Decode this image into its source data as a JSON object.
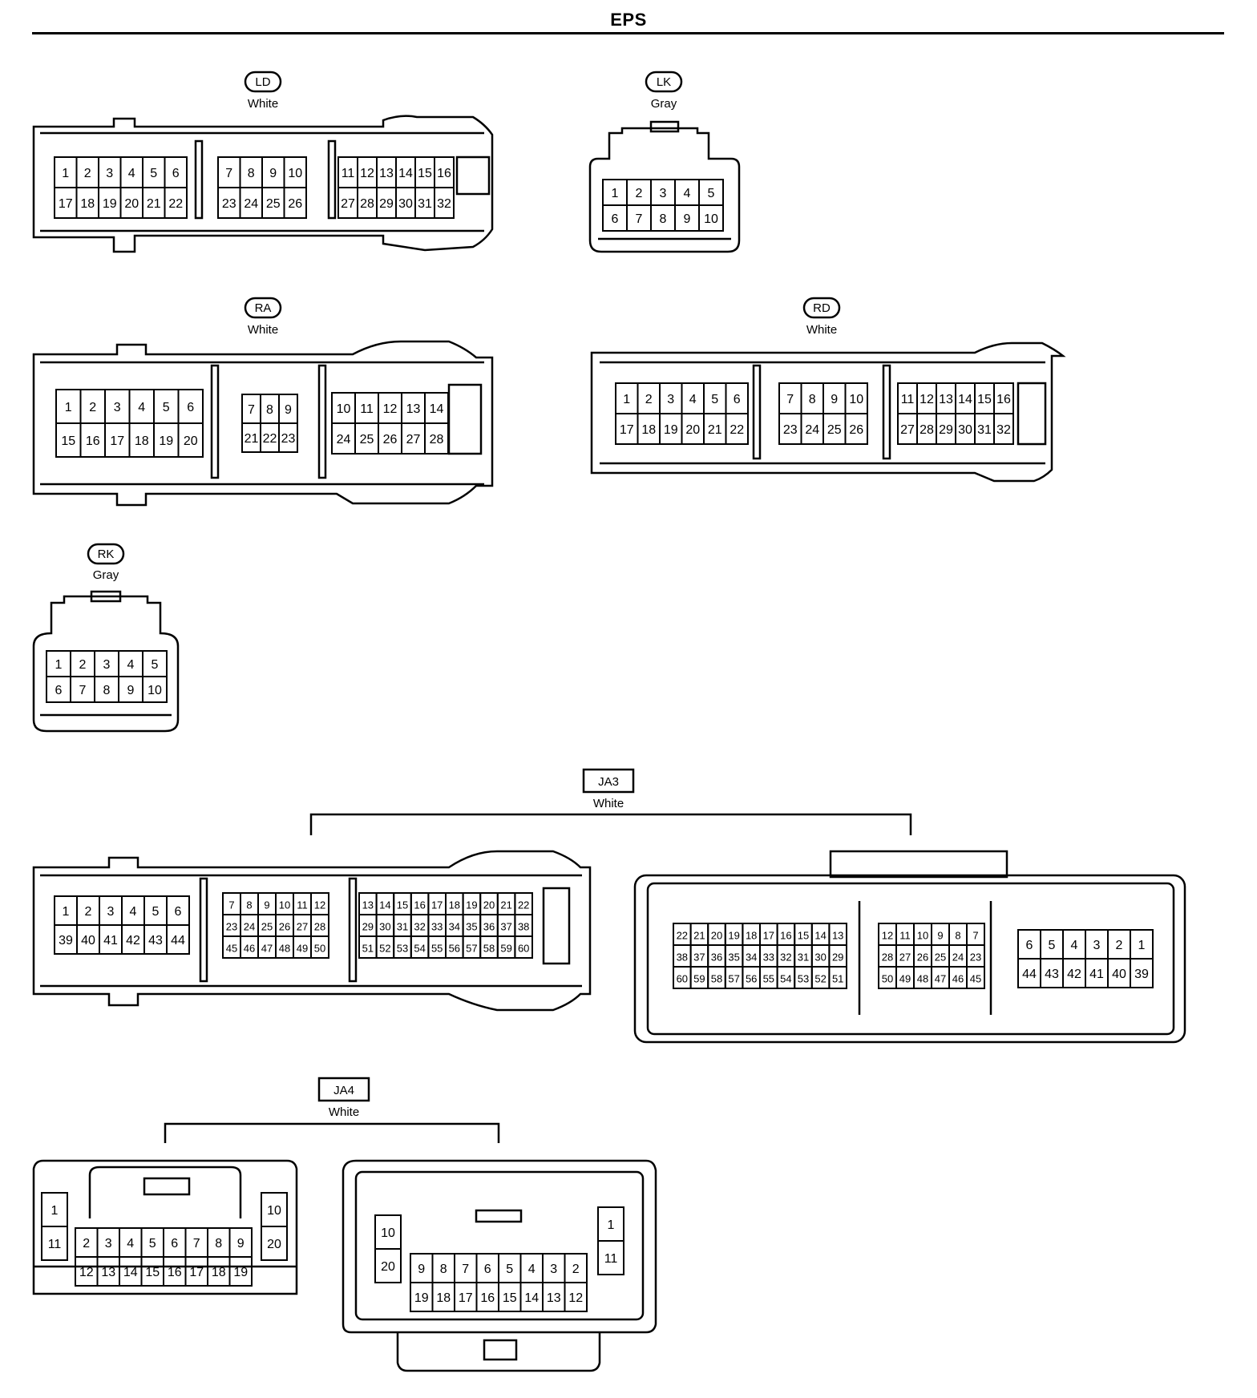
{
  "page": {
    "title": "EPS"
  },
  "connectors": {
    "LD": {
      "label": "LD",
      "color": "White",
      "rows": [
        [
          "1",
          "2",
          "3",
          "4",
          "5",
          "6",
          "7",
          "8",
          "9",
          "10",
          "11",
          "12",
          "13",
          "14",
          "15",
          "16"
        ],
        [
          "17",
          "18",
          "19",
          "20",
          "21",
          "22",
          "23",
          "24",
          "25",
          "26",
          "27",
          "28",
          "29",
          "30",
          "31",
          "32"
        ]
      ]
    },
    "LK": {
      "label": "LK",
      "color": "Gray",
      "rows": [
        [
          "1",
          "2",
          "3",
          "4",
          "5"
        ],
        [
          "6",
          "7",
          "8",
          "9",
          "10"
        ]
      ]
    },
    "RA": {
      "label": "RA",
      "color": "White",
      "rows": [
        [
          "1",
          "2",
          "3",
          "4",
          "5",
          "6",
          "7",
          "8",
          "9",
          "10",
          "11",
          "12",
          "13",
          "14"
        ],
        [
          "15",
          "16",
          "17",
          "18",
          "19",
          "20",
          "21",
          "22",
          "23",
          "24",
          "25",
          "26",
          "27",
          "28"
        ]
      ]
    },
    "RD": {
      "label": "RD",
      "color": "White",
      "rows": [
        [
          "1",
          "2",
          "3",
          "4",
          "5",
          "6",
          "7",
          "8",
          "9",
          "10",
          "11",
          "12",
          "13",
          "14",
          "15",
          "16"
        ],
        [
          "17",
          "18",
          "19",
          "20",
          "21",
          "22",
          "23",
          "24",
          "25",
          "26",
          "27",
          "28",
          "29",
          "30",
          "31",
          "32"
        ]
      ]
    },
    "RK": {
      "label": "RK",
      "color": "Gray",
      "rows": [
        [
          "1",
          "2",
          "3",
          "4",
          "5"
        ],
        [
          "6",
          "7",
          "8",
          "9",
          "10"
        ]
      ]
    },
    "JA3": {
      "label": "JA3",
      "color": "White",
      "left": [
        [
          "1",
          "2",
          "3",
          "4",
          "5",
          "6",
          "7",
          "8",
          "9",
          "10",
          "11",
          "12",
          "13",
          "14",
          "15",
          "16",
          "17",
          "18",
          "19",
          "20",
          "21",
          "22"
        ],
        [
          "39",
          "40",
          "41",
          "42",
          "43",
          "44",
          "23",
          "24",
          "25",
          "26",
          "27",
          "28",
          "29",
          "30",
          "31",
          "32",
          "33",
          "34",
          "35",
          "36",
          "37",
          "38"
        ],
        [
          "45",
          "46",
          "47",
          "48",
          "49",
          "50",
          "51",
          "52",
          "53",
          "54",
          "55",
          "56",
          "57",
          "58",
          "59",
          "60"
        ]
      ],
      "right": [
        [
          "22",
          "21",
          "20",
          "19",
          "18",
          "17",
          "16",
          "15",
          "14",
          "13",
          "12",
          "11",
          "10",
          "9",
          "8",
          "7",
          "6",
          "5",
          "4",
          "3",
          "2",
          "1"
        ],
        [
          "38",
          "37",
          "36",
          "35",
          "34",
          "33",
          "32",
          "31",
          "30",
          "29",
          "28",
          "27",
          "26",
          "25",
          "24",
          "23",
          "44",
          "43",
          "42",
          "41",
          "40",
          "39"
        ],
        [
          "60",
          "59",
          "58",
          "57",
          "56",
          "55",
          "54",
          "53",
          "52",
          "51",
          "50",
          "49",
          "48",
          "47",
          "46",
          "45"
        ]
      ]
    },
    "JA4": {
      "label": "JA4",
      "color": "White",
      "left": [
        [
          "1",
          "11",
          "10",
          "20"
        ],
        [
          "2",
          "3",
          "4",
          "5",
          "6",
          "7",
          "8",
          "9"
        ],
        [
          "12",
          "13",
          "14",
          "15",
          "16",
          "17",
          "18",
          "19"
        ]
      ],
      "right": [
        [
          "10",
          "20",
          "1",
          "11"
        ],
        [
          "9",
          "8",
          "7",
          "6",
          "5",
          "4",
          "3",
          "2"
        ],
        [
          "19",
          "18",
          "17",
          "16",
          "15",
          "14",
          "13",
          "12"
        ]
      ]
    }
  }
}
